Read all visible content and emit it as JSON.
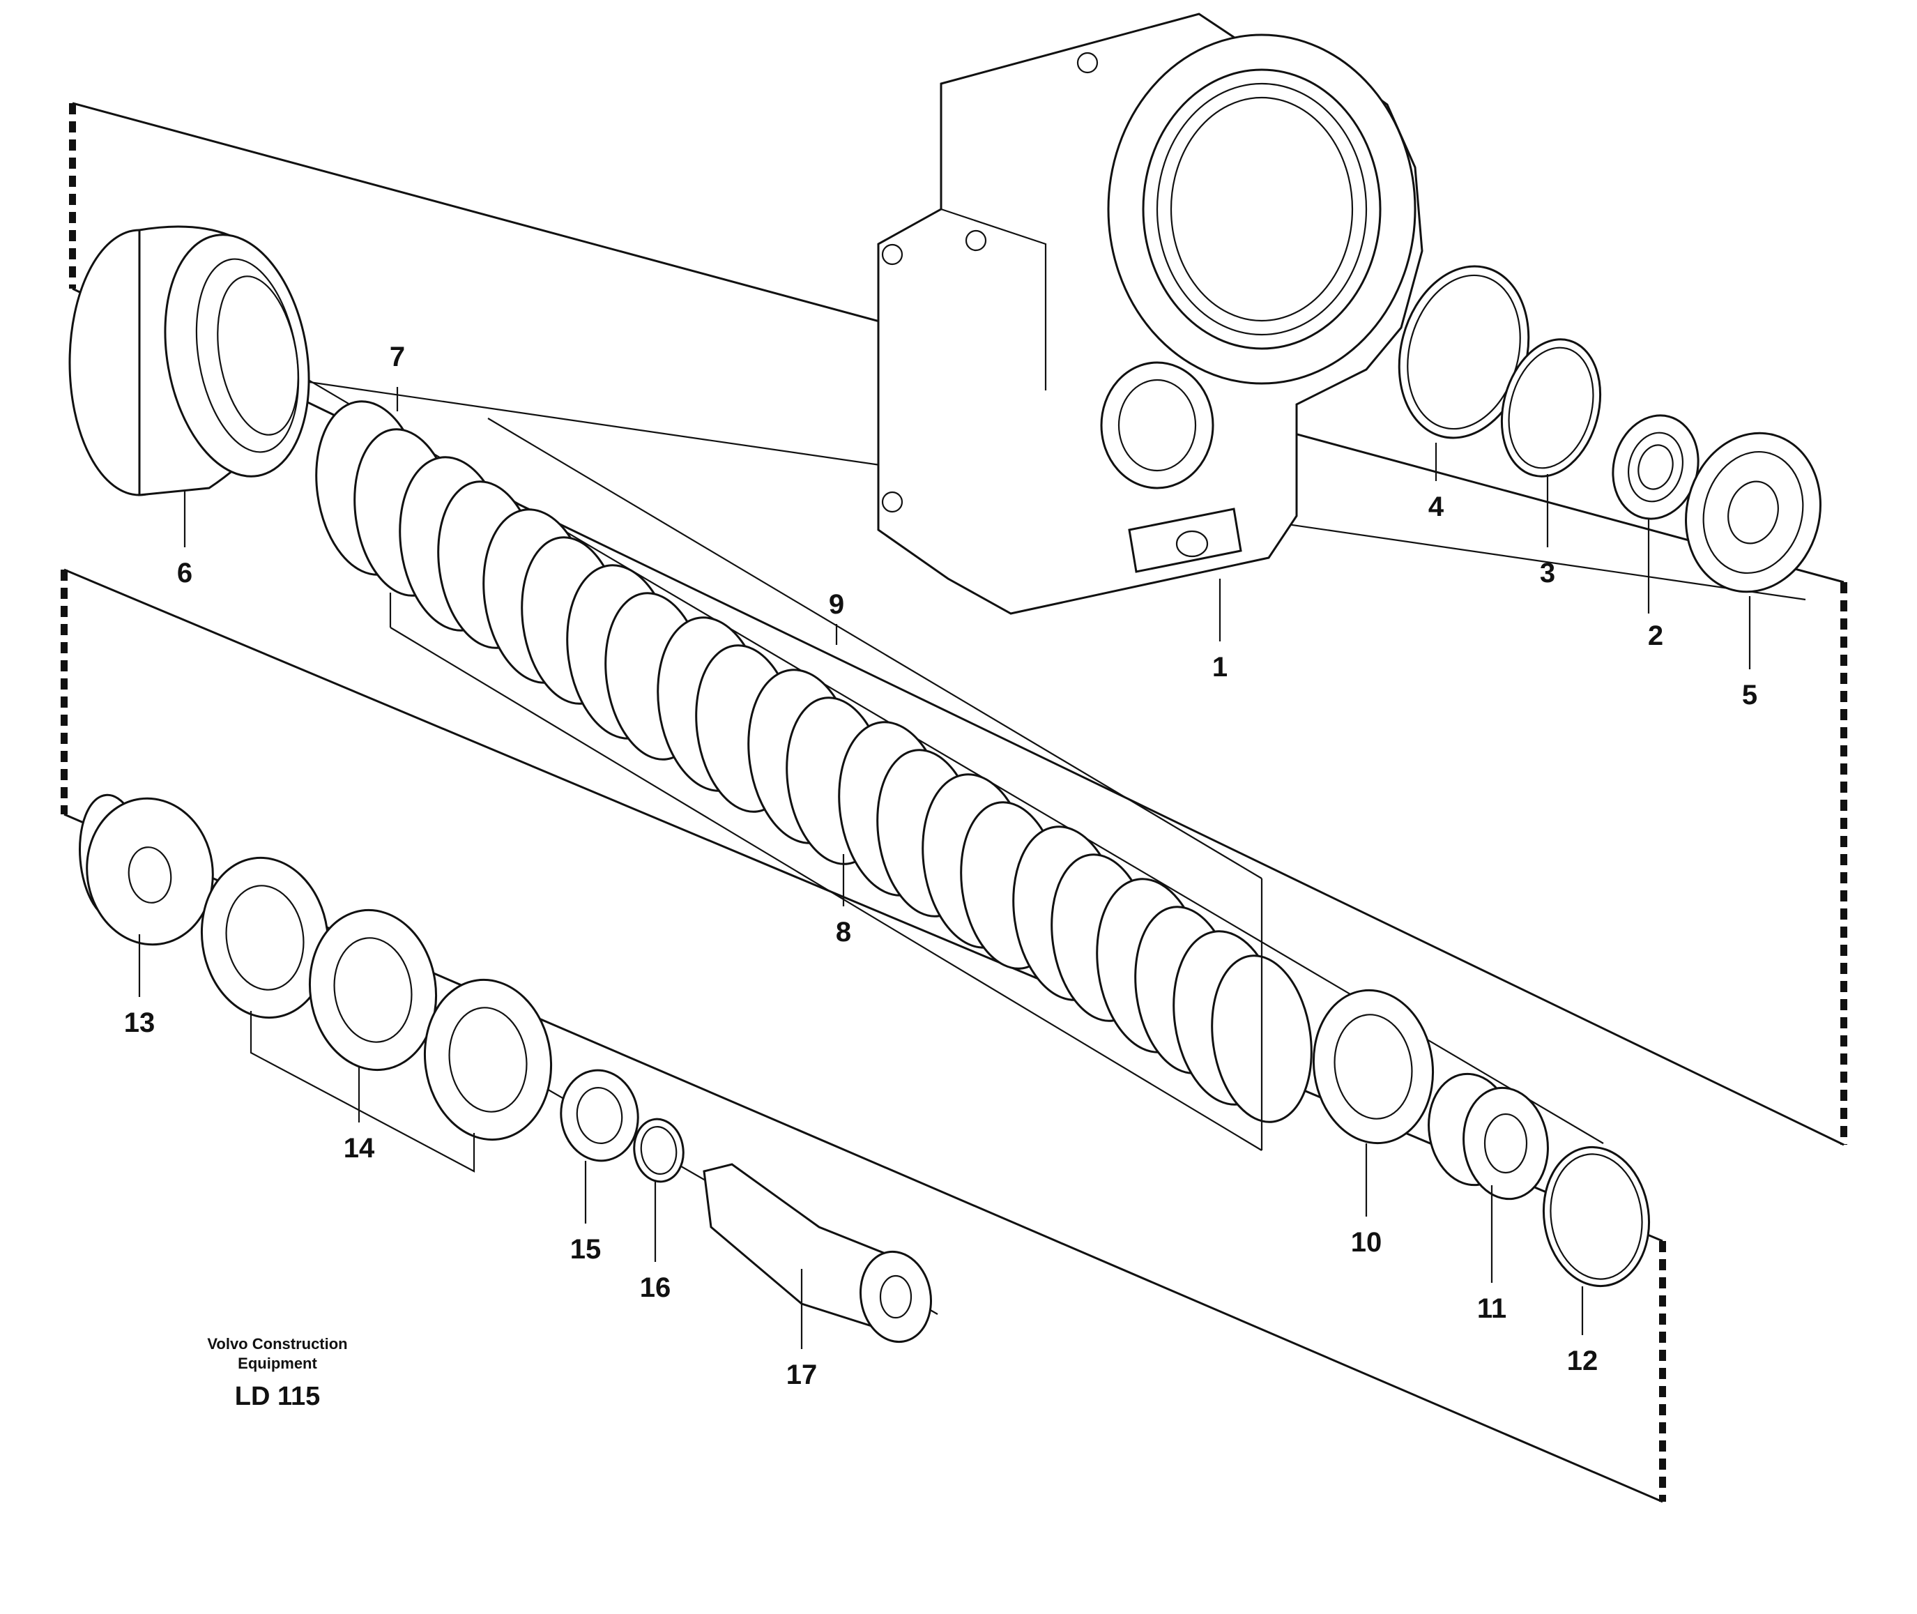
{
  "callouts": [
    "1",
    "2",
    "3",
    "4",
    "5",
    "6",
    "7",
    "8",
    "9",
    "10",
    "11",
    "12",
    "13",
    "14",
    "15",
    "16",
    "17"
  ],
  "footer": {
    "company_line1": "Volvo Construction",
    "company_line2": "Equipment",
    "code": "LD 115"
  }
}
